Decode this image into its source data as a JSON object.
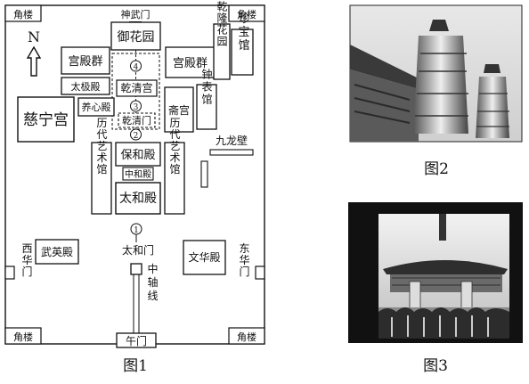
{
  "fig1": {
    "caption": "图1",
    "north": "N",
    "corner_towers": [
      "角楼",
      "角楼",
      "角楼",
      "角楼"
    ],
    "gates": {
      "shenwu": "神武门",
      "taihe": "太和门",
      "wu": "午门",
      "xihua": "西华门",
      "donghua": "东华门",
      "qianqing": "乾清门"
    },
    "buildings": {
      "yuhuayuan": "御花园",
      "gongdianqun_left": "宫殿群",
      "gongdianqun_right": "宫殿群",
      "qianlong_huayuan": "乾隆花园",
      "zhenbaoguan": "珍宝馆",
      "taijidian": "太极殿",
      "qianqinggong": "乾清宫",
      "yangxindian": "养心殿",
      "zhaigong": "斋宫",
      "zhongbiaoguan": "钟表馆",
      "cininggong": "慈宁宫",
      "baohedian": "保和殿",
      "zhonghedian": "中和殿",
      "taihedian": "太和殿",
      "lidai_left": "历代艺术馆",
      "lidai_right": "历代艺术馆",
      "jiulongbi": "九龙壁",
      "wuyingdian": "武英殿",
      "wenhuadian": "文华殿"
    },
    "axis_label": "中轴线",
    "markers": [
      "①",
      "②",
      "③",
      "④"
    ]
  },
  "fig2": {
    "caption": "图2"
  },
  "fig3": {
    "caption": "图3"
  }
}
